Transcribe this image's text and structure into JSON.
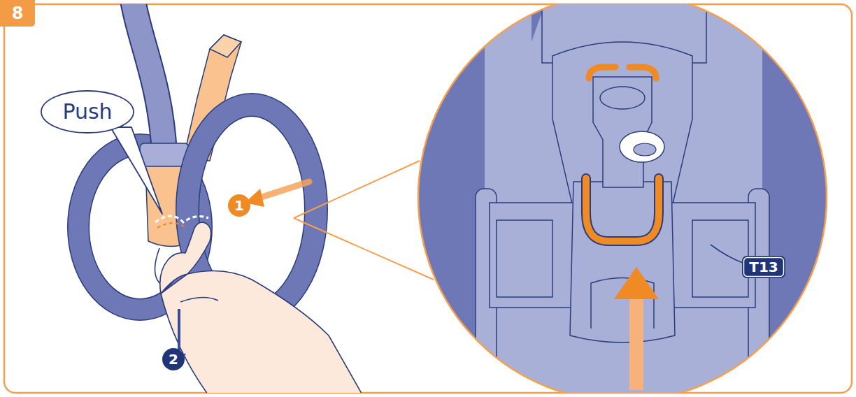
{
  "diagram": {
    "nodes": [
      {
        "text": [
          "8"
        ]
      },
      {
        "text": [
          "Push"
        ]
      },
      {
        "text": [
          "1"
        ]
      },
      {
        "text": [
          "2"
        ]
      },
      {
        "text": [
          "T13"
        ]
      }
    ]
  }
}
